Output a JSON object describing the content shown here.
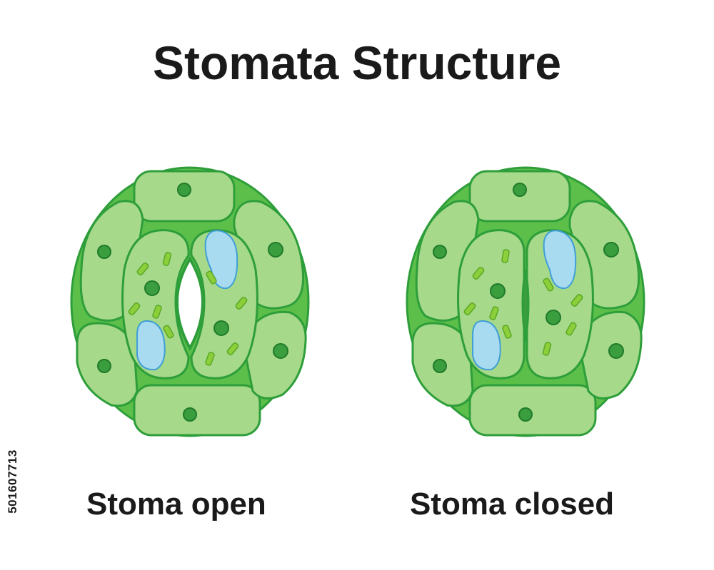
{
  "title": "Stomata Structure",
  "diagrams": [
    {
      "label": "Stoma open",
      "state": "open"
    },
    {
      "label": "Stoma closed",
      "state": "closed"
    }
  ],
  "stock_id": "501607713",
  "colors": {
    "cell_fill": "#a6d98a",
    "cell_stroke": "#2e9e3a",
    "outer_ring": "#5cbf4a",
    "nucleus": "#3a9e3f",
    "chloroplast": "#8ccf3a",
    "vacuole": "#a8daf0",
    "vacuole_stroke": "#3f9fd4",
    "text": "#1a1a1a"
  }
}
